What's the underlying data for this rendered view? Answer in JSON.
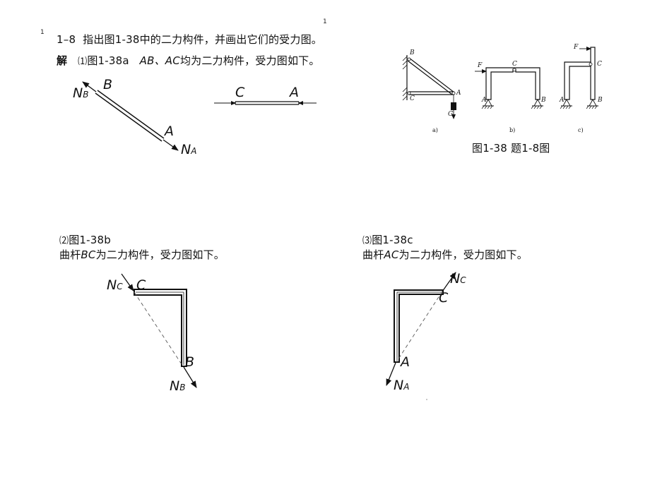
{
  "page_numbers": {
    "top": "1",
    "left": "1"
  },
  "problem": {
    "number": "1–8",
    "text": "指出图1-38中的二力构件，并画出它们的受力图。"
  },
  "solution": {
    "label": "解",
    "part1": {
      "index": "⑴",
      "ref": "图1-38a",
      "members": "AB、AC",
      "text": "均为二力构件，受力图如下。"
    },
    "part2": {
      "index": "⑵",
      "ref": "图1-38b",
      "prefix": "曲杆",
      "member": "BC",
      "text": "为二力构件，受力图如下。"
    },
    "part3": {
      "index": "⑶",
      "ref": "图1-38c",
      "prefix": "曲杆",
      "member": "AC",
      "text": "为二力构件，受力图如下。"
    }
  },
  "figure": {
    "caption": "图1-38  题1-8图",
    "sub_labels": [
      "a)",
      "b)",
      "c)"
    ],
    "point_labels": {
      "A": "A",
      "B": "B",
      "C": "C",
      "F": "F",
      "G": "G"
    }
  },
  "fbd": {
    "AB": {
      "point1": "B",
      "point2": "A",
      "force1": "N",
      "force1_sub": "B",
      "force2": "N",
      "force2_sub": "A"
    },
    "AC": {
      "point1": "C",
      "point2": "A"
    },
    "BC": {
      "point1": "C",
      "point2": "B",
      "force1": "N",
      "force1_sub": "C",
      "force2": "N",
      "force2_sub": "B"
    },
    "AC_curved": {
      "point1": "C",
      "point2": "A",
      "force1": "N",
      "force1_sub": "C",
      "force2": "N",
      "force2_sub": "A"
    }
  }
}
